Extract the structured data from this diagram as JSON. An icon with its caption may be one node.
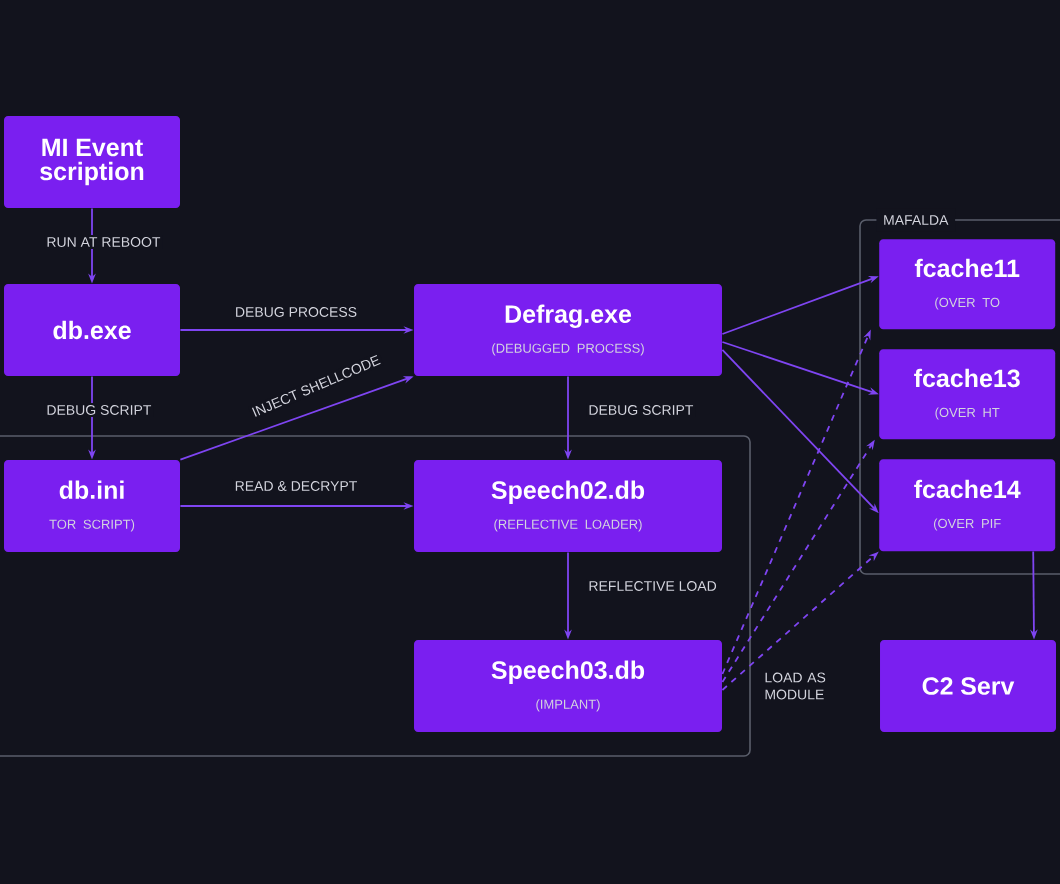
{
  "diagram": {
    "nodes": [
      {
        "text": [
          "MI Event scription"
        ]
      },
      {
        "text": [
          "db.exe"
        ]
      },
      {
        "text": [
          "db.ini",
          "TOR SCRIPT)"
        ]
      },
      {
        "text": [
          "Defrag.exe",
          "(DEBUGGED PROCESS)"
        ]
      },
      {
        "text": [
          "Speech02.db",
          "(REFLECTIVE LOADER)"
        ]
      },
      {
        "text": [
          "Speech03.db",
          "(IMPLANT)"
        ]
      },
      {
        "text": [
          "MAFALDA"
        ]
      },
      {
        "text": [
          "fcache11",
          "(OVER TO"
        ],
        "in": 6
      },
      {
        "text": [
          "fcache13",
          "(OVER HT"
        ],
        "in": 6
      },
      {
        "text": [
          "fcache14",
          "(OVER PIF"
        ],
        "in": 6
      },
      {
        "text": [
          "C2 Serv"
        ]
      }
    ],
    "edges": [
      {
        "from": 0,
        "to": 1,
        "arrow": "to",
        "label": "RUN AT REBOOT"
      },
      {
        "from": 1,
        "to": 3,
        "arrow": "to",
        "label": "DEBUG PROCESS"
      },
      {
        "from": 1,
        "to": 2,
        "arrow": "to",
        "label": "DEBUG SCRIPT"
      },
      {
        "from": 2,
        "to": 3,
        "arrow": "to",
        "label": "INJECT SHELLCODE"
      },
      {
        "from": 2,
        "to": 4,
        "arrow": "to",
        "label": "READ & DECRYPT"
      },
      {
        "from": 3,
        "to": 4,
        "arrow": "to",
        "label": "DEBUG SCRIPT"
      },
      {
        "from": 4,
        "to": 5,
        "arrow": "to",
        "label": "REFLECTIVE LOAD"
      },
      {
        "from": 3,
        "to": 7,
        "arrow": "to"
      },
      {
        "from": 3,
        "to": 8,
        "arrow": "to"
      },
      {
        "from": 3,
        "to": 9,
        "arrow": "to"
      },
      {
        "from": 5,
        "to": 7,
        "arrow": "to",
        "style": "dashed"
      },
      {
        "from": 5,
        "to": 8,
        "arrow": "to",
        "style": "dashed"
      },
      {
        "from": 5,
        "to": 9,
        "arrow": "to",
        "style": "dashed"
      },
      {
        "from": 9,
        "to": 10,
        "arrow": "to"
      }
    ],
    "labels": [
      "LOAD AS MODULE"
    ]
  }
}
